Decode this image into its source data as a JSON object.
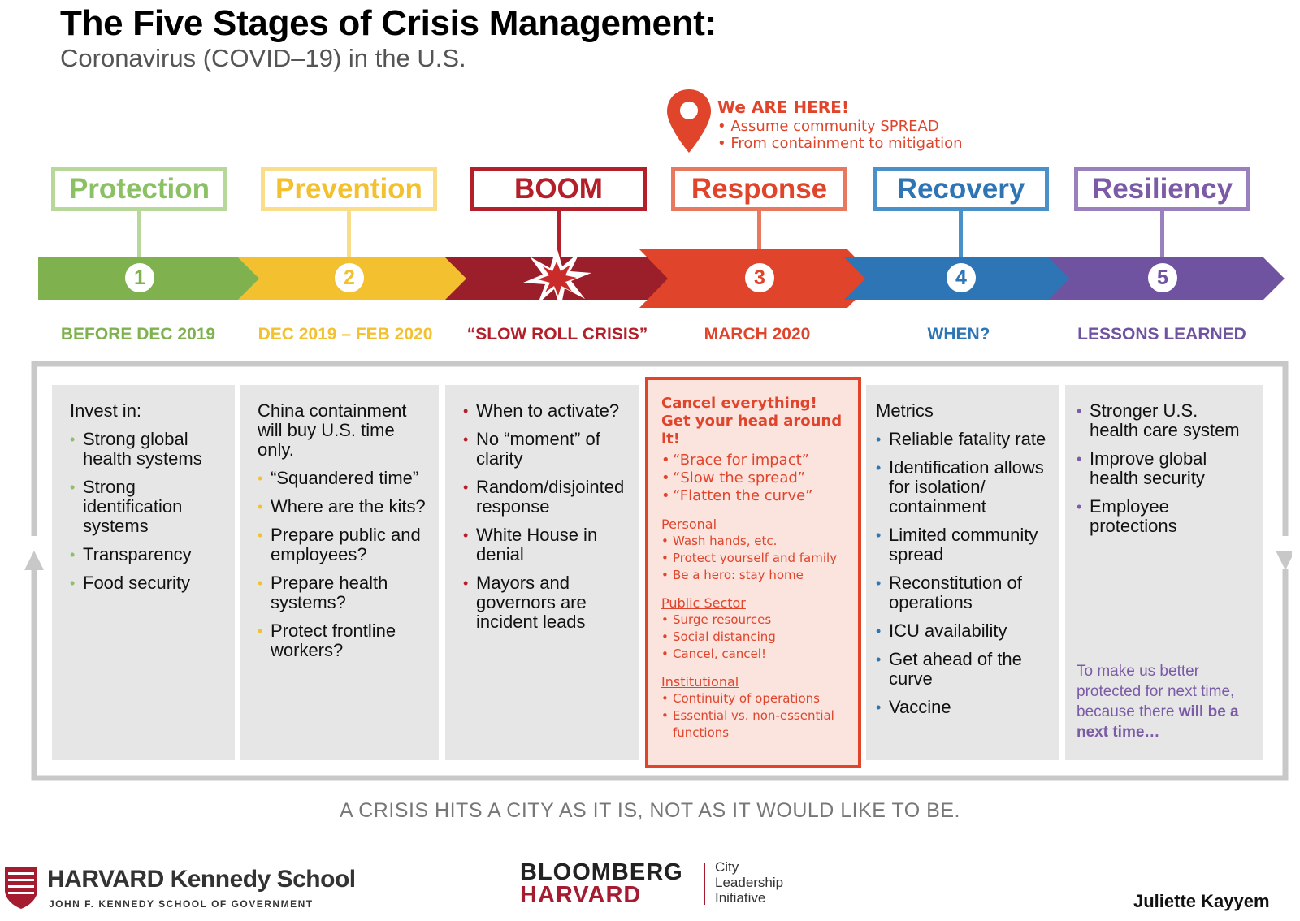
{
  "title": "The Five Stages of Crisis Management:",
  "subtitle": "Coronavirus (COVID–19) in the U.S.",
  "marker": {
    "icon": "location-pin-icon",
    "title": "We ARE HERE!",
    "bullets": [
      "Assume community SPREAD",
      "From containment to mitigation"
    ]
  },
  "stages": [
    {
      "label": "Protection",
      "number": "1",
      "date": "BEFORE DEC 2019",
      "color": "#8cc064"
    },
    {
      "label": "Prevention",
      "number": "2",
      "date": "DEC 2019 – FEB 2020",
      "color": "#f3c12f"
    },
    {
      "label": "BOOM",
      "number": "",
      "date": "“SLOW ROLL CRISIS”",
      "color": "#b3202a",
      "icon": "explosion-icon"
    },
    {
      "label": "Response",
      "number": "3",
      "date": "MARCH 2020",
      "color": "#e0452c"
    },
    {
      "label": "Recovery",
      "number": "4",
      "date": "WHEN?",
      "color": "#2e75b6"
    },
    {
      "label": "Resiliency",
      "number": "5",
      "date": "LESSONS LEARNED",
      "color": "#7b5aa6"
    }
  ],
  "panels": {
    "protection": {
      "intro": "Invest in:",
      "bullets": [
        "Strong global health systems",
        "Strong identification systems",
        "Transparency",
        "Food security"
      ]
    },
    "prevention": {
      "intro": "China containment will buy U.S. time only.",
      "bullets": [
        "“Squandered time”",
        "Where are the kits?",
        "Prepare public and employees?",
        "Prepare health systems?",
        "Protect frontline workers?"
      ]
    },
    "boom": {
      "bullets": [
        "When to activate?",
        "No “moment” of clarity",
        "Random/disjointed response",
        "White House in denial",
        "Mayors and governors are incident leads"
      ]
    },
    "response": {
      "head": "Cancel everything! Get your head around it!",
      "quotes": [
        "“Brace for impact”",
        "“Slow the spread”",
        "“Flatten the curve”"
      ],
      "sections": [
        {
          "title": "Personal",
          "items": [
            "Wash hands, etc.",
            "Protect yourself and family",
            "Be a hero: stay home"
          ]
        },
        {
          "title": "Public Sector",
          "items": [
            "Surge resources",
            "Social distancing",
            "Cancel, cancel!"
          ]
        },
        {
          "title": "Institutional",
          "items": [
            "Continuity of operations",
            "Essential vs. non-essential functions"
          ]
        }
      ]
    },
    "recovery": {
      "intro": "Metrics",
      "bullets": [
        "Reliable fatality rate",
        "Identification allows for isolation/ containment",
        "Limited community spread",
        "Reconstitution of operations",
        "ICU availability",
        "Get ahead of the curve",
        "Vaccine"
      ]
    },
    "resiliency": {
      "bullets": [
        "Stronger U.S. health care system",
        "Improve global health security",
        "Employee protections"
      ],
      "note_plain": "To make us better protected for next time, because there ",
      "note_bold": "will be a next time…"
    }
  },
  "footer": {
    "quote": "A CRISIS HITS A CITY AS IT IS, NOT AS IT WOULD LIKE TO BE.",
    "hks_name": "HARVARD Kennedy School",
    "hks_sub": "JOHN F. KENNEDY SCHOOL OF GOVERNMENT",
    "bloomberg": "BLOOMBERG",
    "harvard": "HARVARD",
    "initiative": [
      "City",
      "Leadership",
      "Initiative"
    ],
    "author": "Juliette Kayyem"
  }
}
